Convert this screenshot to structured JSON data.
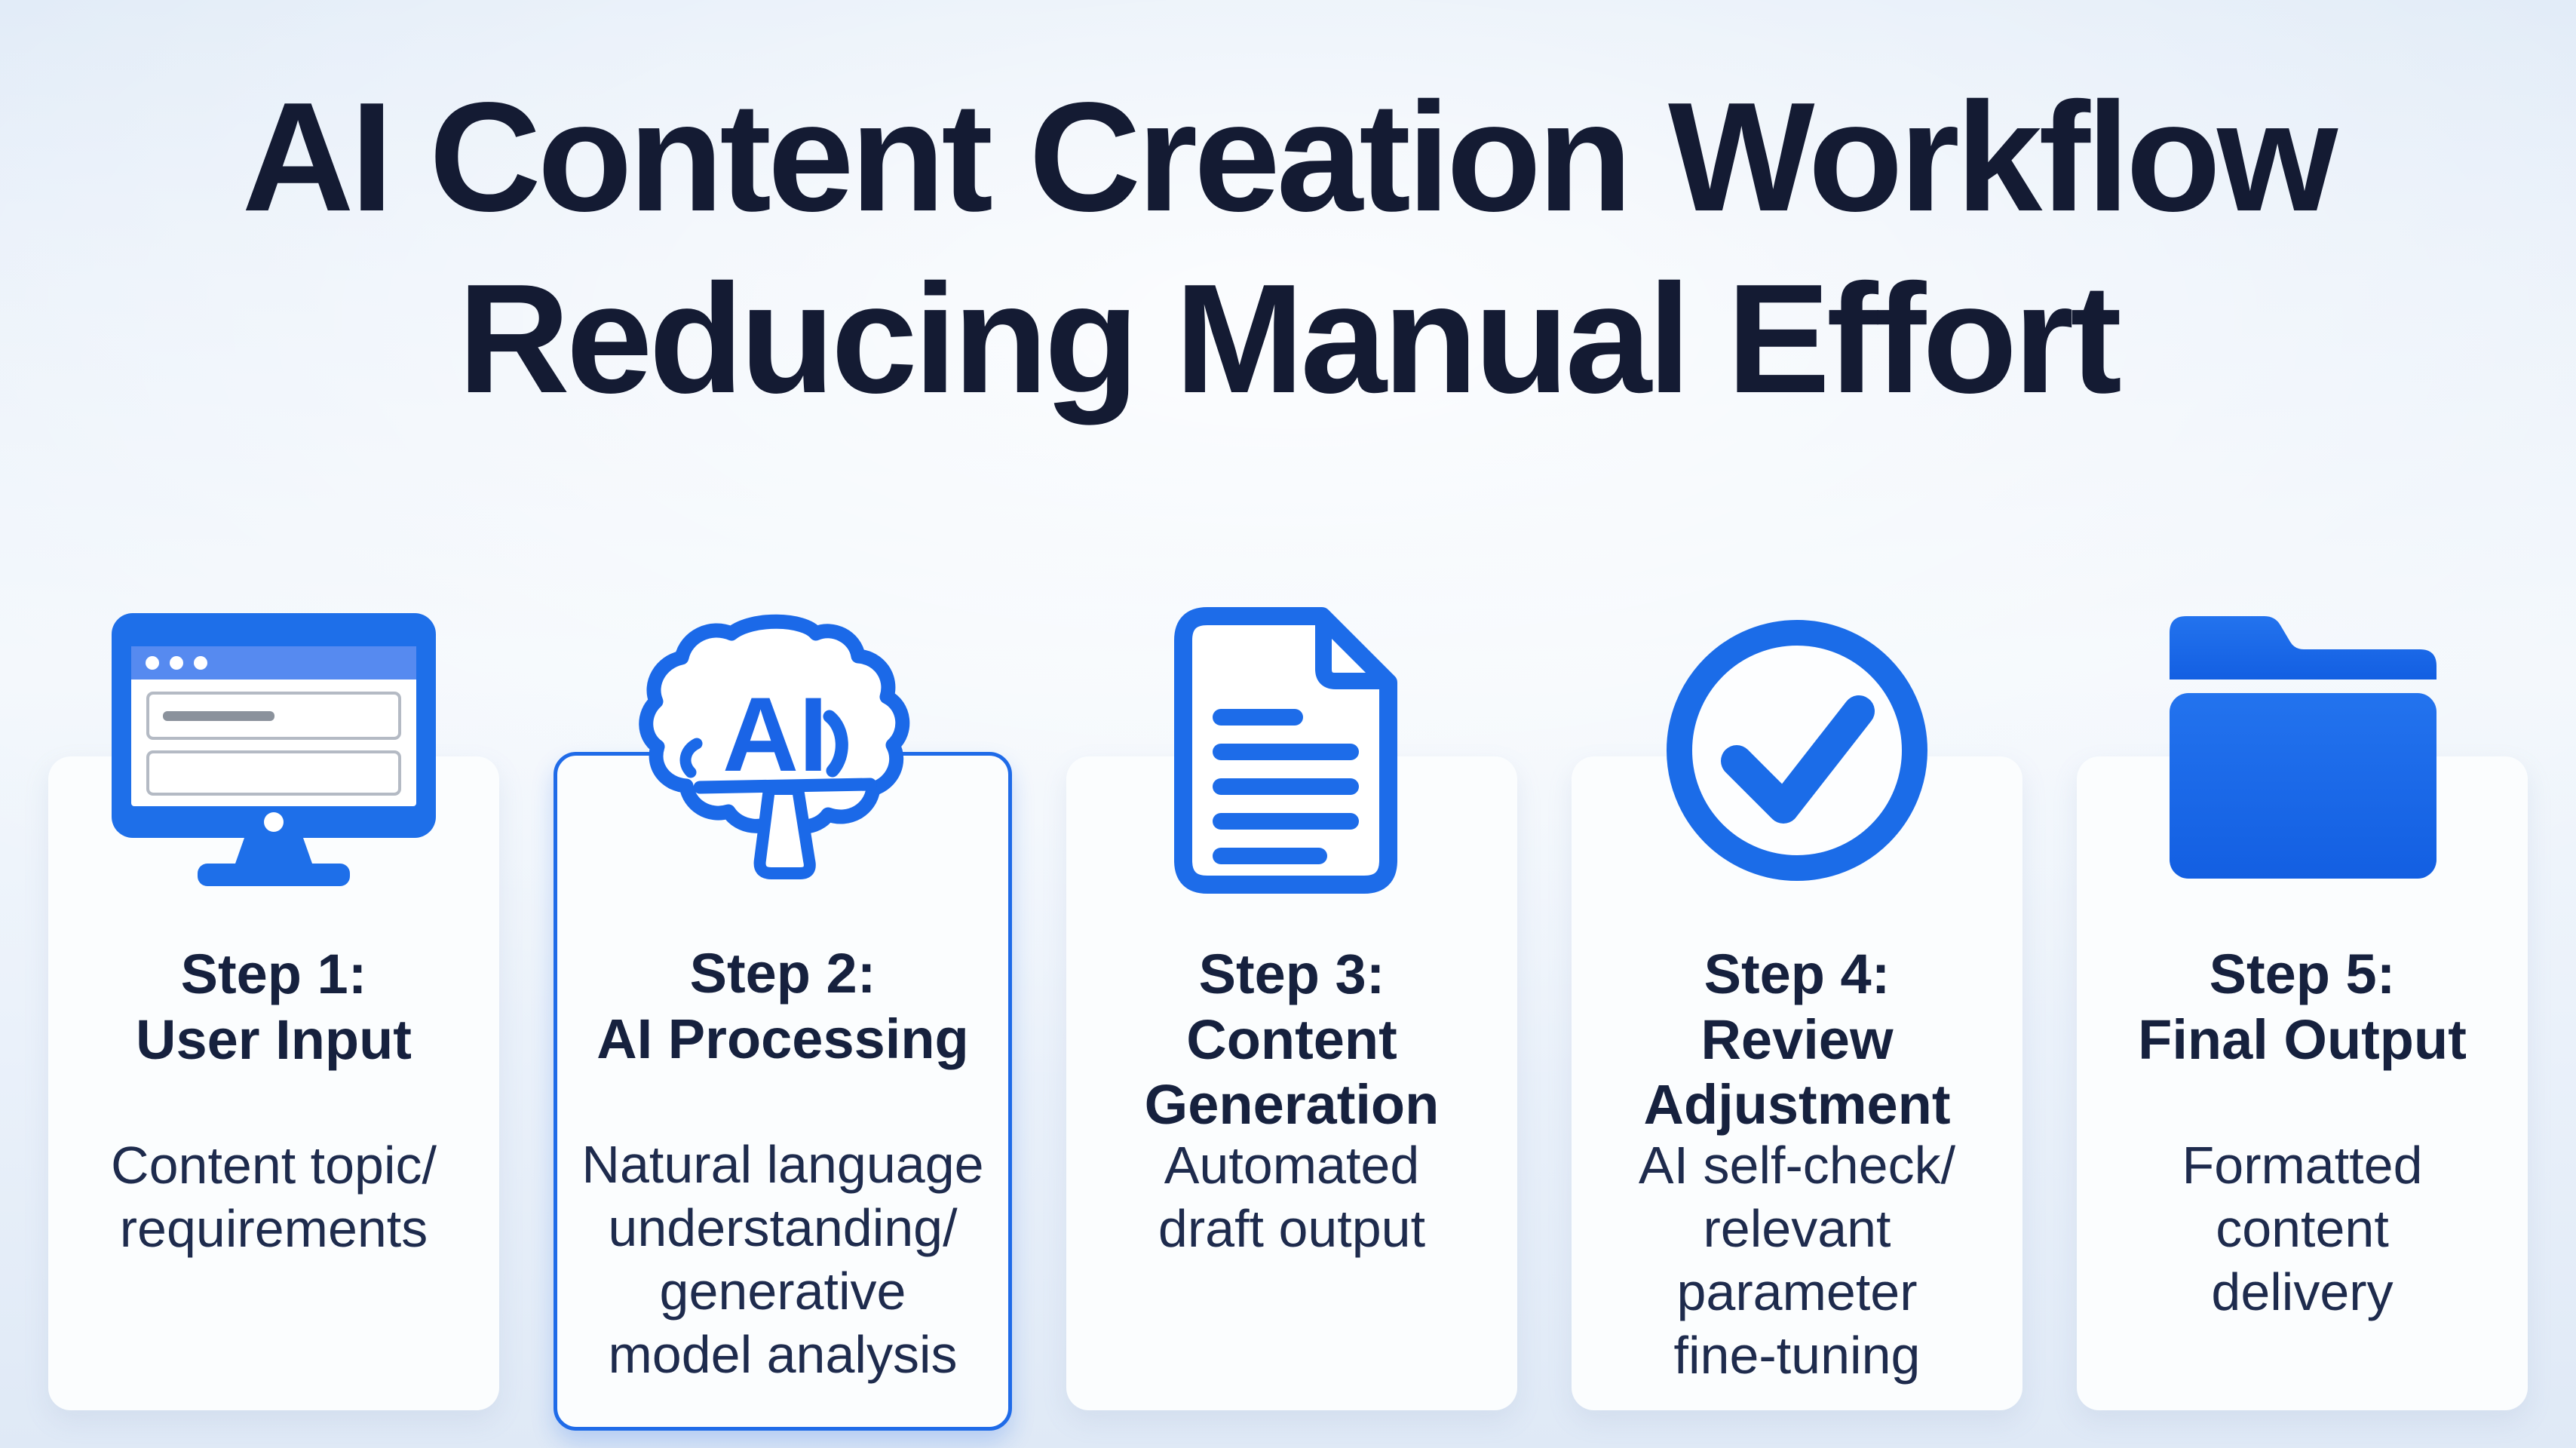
{
  "title": {
    "line1": "AI Content Creation Workflow",
    "line2": "Reducing Manual Effort"
  },
  "colors": {
    "accent_blue": "#1b69e8",
    "highlight_border": "#1f6be8",
    "title_text": "#141b33",
    "heading_text": "#16213e",
    "body_text": "#1e2b4d",
    "card_background": "#fbfdfe",
    "page_background_edge": "#dce8f6",
    "page_background_center": "#f2f7fc"
  },
  "steps": [
    {
      "icon": "monitor-icon",
      "heading": "Step 1:\nUser Input",
      "description": "Content topic/\nrequirements",
      "highlighted": false
    },
    {
      "icon": "brain-ai-icon",
      "icon_label": "AI",
      "heading": "Step 2:\nAI Processing",
      "description": "Natural language\nunderstanding/\ngenerative\nmodel analysis",
      "highlighted": true
    },
    {
      "icon": "document-icon",
      "heading": "Step 3:\nContent\nGeneration",
      "description": "Automated\ndraft output",
      "highlighted": false
    },
    {
      "icon": "check-circle-icon",
      "heading": "Step 4:\nReview\nAdjustment",
      "description": "AI self-check/\nrelevant\nparameter\nfine-tuning",
      "highlighted": false
    },
    {
      "icon": "folder-icon",
      "heading": "Step 5:\nFinal Output",
      "description": "Formatted\ncontent\ndelivery",
      "highlighted": false
    }
  ]
}
